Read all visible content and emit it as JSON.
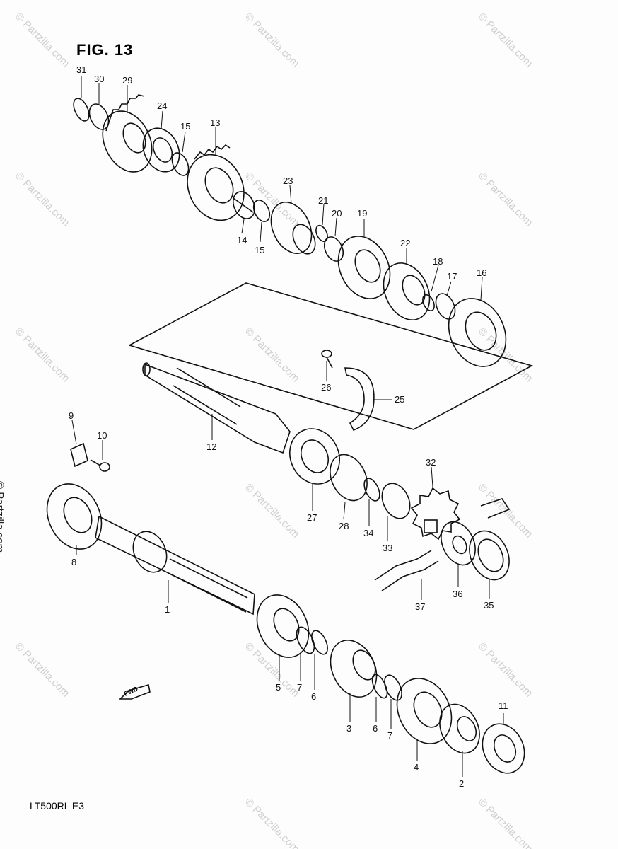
{
  "title": "FIG. 13",
  "footer": "LT500RL  E3",
  "fwd_label": "FWD",
  "watermark": "© Partzilla.com",
  "side_watermark": "© Partzilla.com",
  "callouts": [
    "31",
    "30",
    "29",
    "24",
    "15",
    "13",
    "14",
    "15",
    "23",
    "21",
    "20",
    "19",
    "22",
    "18",
    "17",
    "16",
    "26",
    "25",
    "12",
    "9",
    "10",
    "8",
    "27",
    "28",
    "34",
    "33",
    "32",
    "36",
    "35",
    "37",
    "1",
    "5",
    "7",
    "6",
    "3",
    "6",
    "7",
    "4",
    "2",
    "11"
  ]
}
